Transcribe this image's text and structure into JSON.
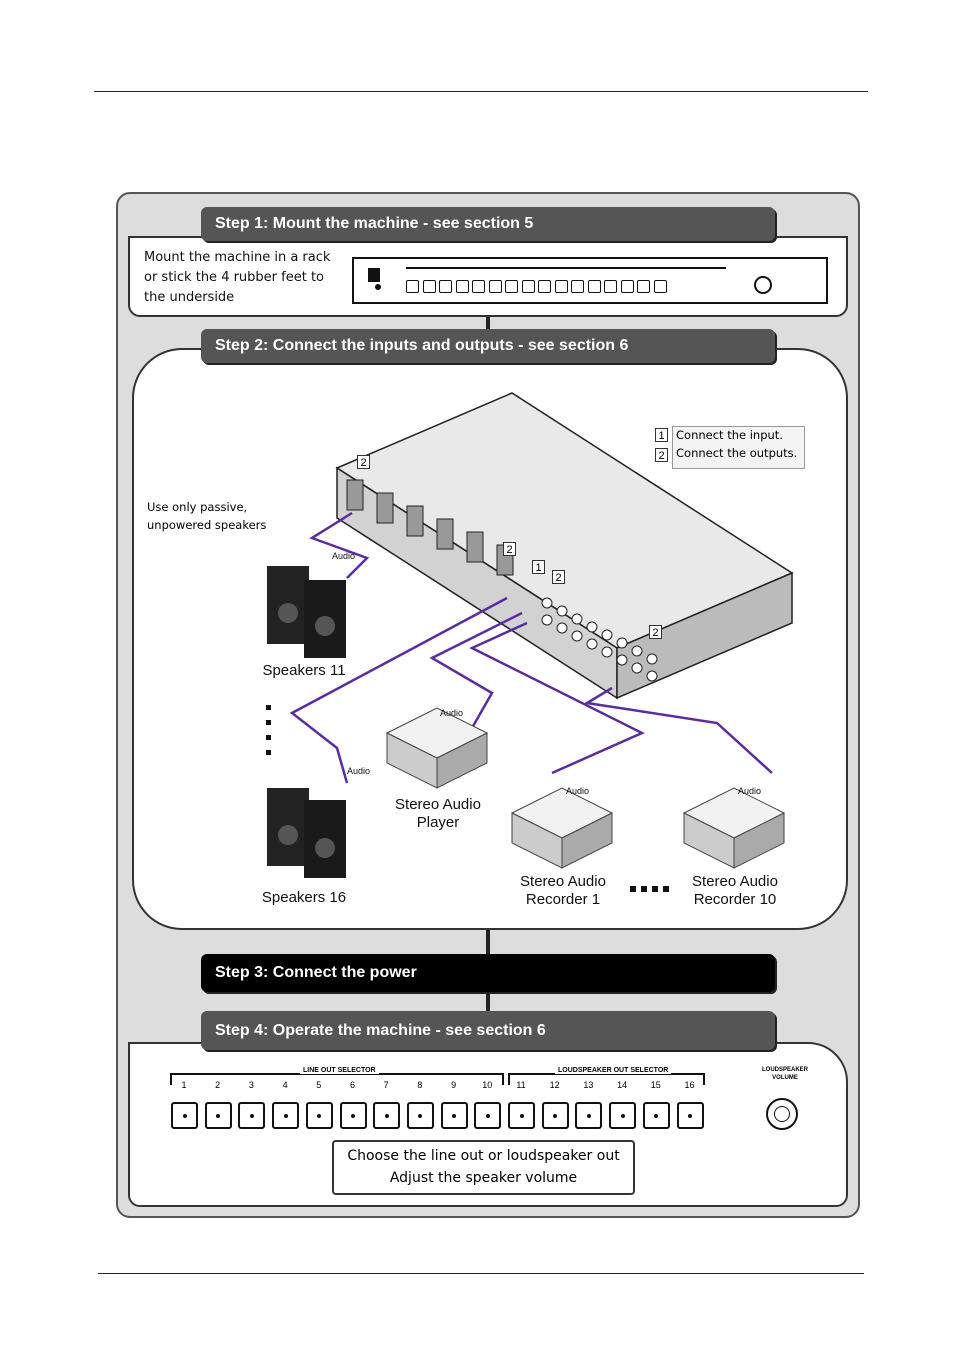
{
  "steps": {
    "step1": "Step 1: Mount the machine - see section 5",
    "step2": "Step 2: Connect the inputs and outputs - see section 6",
    "step3": "Step 3: Connect the power",
    "step4": "Step 4: Operate the machine - see section 6"
  },
  "step1_panel": {
    "instruction_line1": "Mount the machine in a rack",
    "instruction_line2": "or stick the 4 rubber feet to",
    "instruction_line3": "the underside"
  },
  "step2_panel": {
    "warning_line1": "Use only passive,",
    "warning_line2": "unpowered speakers",
    "legend": [
      {
        "num": "1",
        "text": "Connect the input."
      },
      {
        "num": "2",
        "text": "Connect the outputs."
      }
    ],
    "callout_2": "2",
    "callout_1": "1",
    "audio_label": "Audio",
    "speakers_top": "Speakers 11",
    "speakers_bottom": "Speakers 16",
    "player_line1": "Stereo Audio",
    "player_line2": "Player",
    "recorder1_line1": "Stereo Audio",
    "recorder1_line2": "Recorder 1",
    "recorder10_line1": "Stereo Audio",
    "recorder10_line2": "Recorder 10"
  },
  "step4_panel": {
    "line_out_selector": "Line Out Selector",
    "loudspeaker_out_selector": "Loudspeaker Out Selector",
    "loudspeaker_volume_line1": "Loudspeaker",
    "loudspeaker_volume_line2": "Volume",
    "line_out_numbers": [
      "1",
      "2",
      "3",
      "4",
      "5",
      "6",
      "7",
      "8",
      "9",
      "10"
    ],
    "loudspeaker_numbers": [
      "11",
      "12",
      "13",
      "14",
      "15",
      "16"
    ],
    "instruction_line1": "Choose the line out or loudspeaker out",
    "instruction_line2": "Adjust the speaker volume"
  },
  "colors": {
    "cable": "#5a2ca0",
    "bar": "#555555",
    "bar_dark": "#000000"
  }
}
